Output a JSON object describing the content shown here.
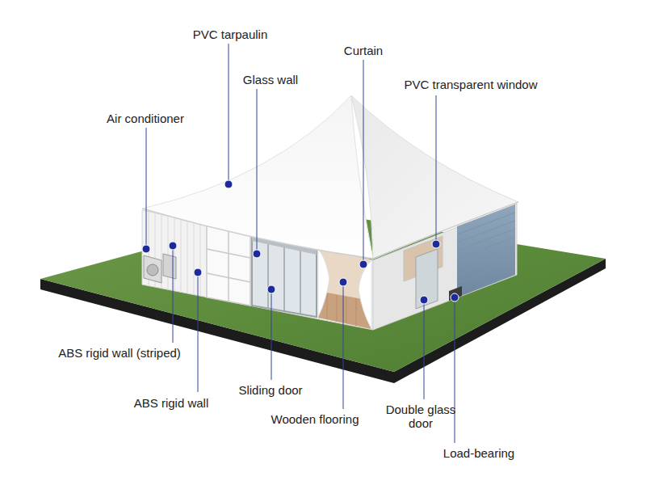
{
  "diagram": {
    "labels": [
      "PVC tarpaulin",
      "Glass wall",
      "Curtain",
      "PVC transparent window",
      "Air conditioner",
      "ABS rigid wall (striped)",
      "ABS rigid wall",
      "Sliding door",
      "Wooden flooring",
      "Double glass door",
      "Load-bearing"
    ]
  }
}
